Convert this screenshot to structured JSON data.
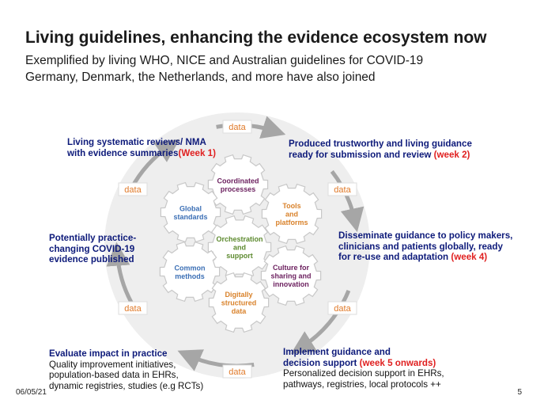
{
  "header": {
    "title": "Living guidelines, enhancing the evidence ecosystem now",
    "subtitle_line1": "Exemplified by living WHO, NICE and Australian guidelines for COVID-19",
    "subtitle_line2": "Germany, Denmark, the Netherlands, and more have also joined"
  },
  "cycle": {
    "step1": {
      "line1": "Living systematic reviews/ NMA",
      "line2": "with evidence summaries",
      "week": "(Week 1)"
    },
    "step2": {
      "line1": "Produced trustworthy and living guidance",
      "line2": "ready for submission and review",
      "week": "(week 2)"
    },
    "step3": {
      "line1": "Disseminate guidance to policy makers,",
      "line2": "clinicians and patients globally, ready",
      "line3": "for re-use and adaptation",
      "week": "(week 4)"
    },
    "step4": {
      "line1": "Implement guidance and",
      "line2": "decision support",
      "week": "(week 5 onwards)",
      "detail1": "Personalized decision support in EHRs,",
      "detail2": "pathways, registries, local protocols ++"
    },
    "step5": {
      "line1": "Evaluate impact in practice",
      "detail1": "Quality improvement initiatives,",
      "detail2": "population-based data in EHRs,",
      "detail3": "dynamic registries, studies (e.g RCTs)"
    },
    "step6": {
      "line1": "Potentially practice-",
      "line2": "changing COVID-19",
      "line3": "evidence published"
    },
    "data_label": "data"
  },
  "gears": {
    "top": [
      "Coordinated",
      "processes"
    ],
    "tools": [
      "Tools",
      "and",
      "platforms"
    ],
    "global": [
      "Global",
      "standards"
    ],
    "center": [
      "Orchestration",
      "and",
      "support"
    ],
    "methods": [
      "Common",
      "methods"
    ],
    "culture": [
      "Culture for",
      "sharing and",
      "innovation"
    ],
    "digital": [
      "Digitally",
      "structured",
      "data"
    ]
  },
  "colors": {
    "title_blue": "#0d1a7a",
    "week_red": "#e02020",
    "data_orange": "#e07a2a",
    "arrow_gray": "#a6a6a6",
    "circle_gray": "#eeeeee",
    "purple": "#6b1f5e",
    "orange": "#d9822b",
    "blue": "#3b6fb5",
    "green": "#5d8a2f"
  },
  "footer": {
    "date": "06/05/21",
    "page": "5"
  }
}
